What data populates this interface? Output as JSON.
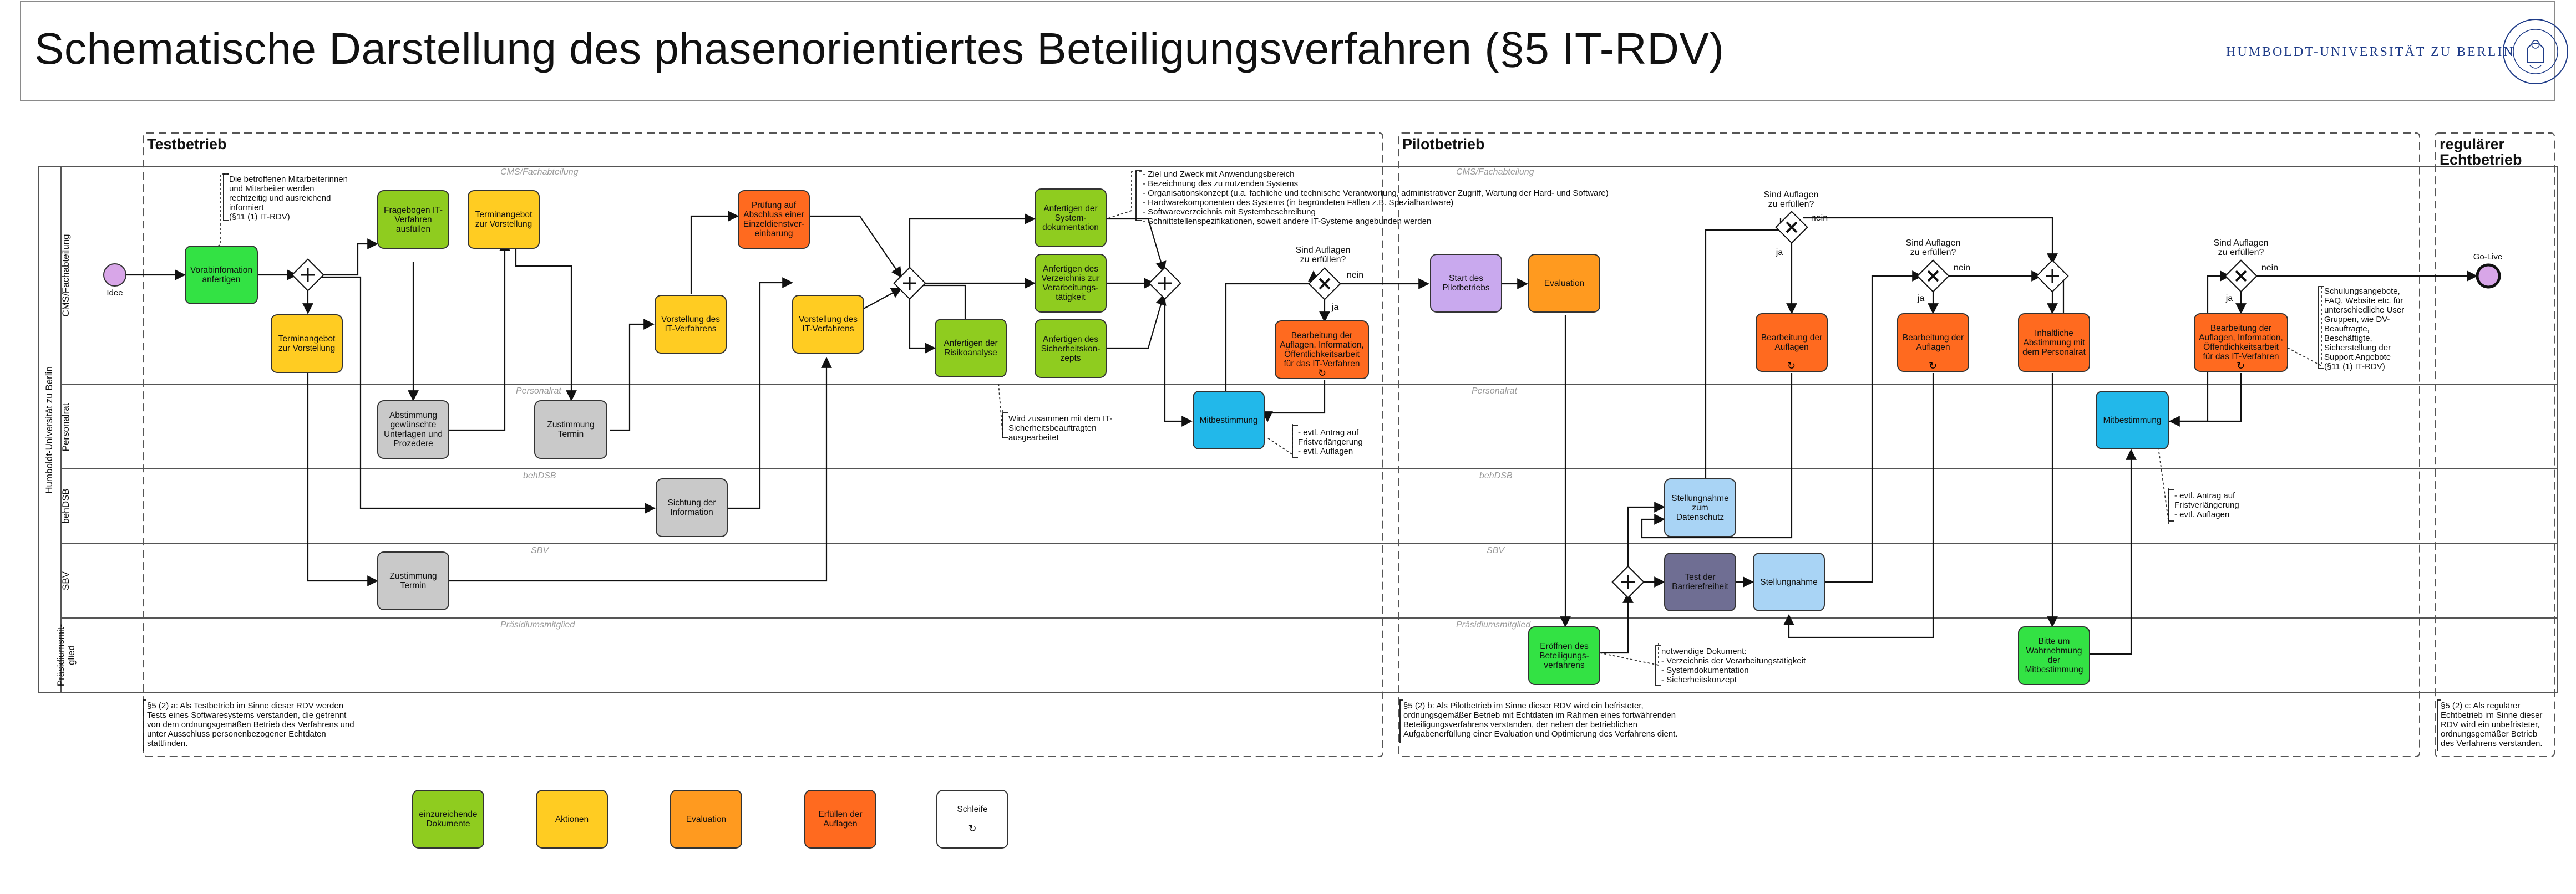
{
  "header": {
    "title": "Schematische Darstellung des phasenorientiertes Beteiligungsverfahren (§5 IT-RDV)",
    "university": "HUMBOLDT-UNIVERSITÄT ZU BERLIN"
  },
  "pool_label": "Humboldt-Universität zu Berlin",
  "lanes": {
    "cms": "CMS/Fachabteilung",
    "personalrat": "Personalrat",
    "behdsb": "behDSB",
    "sbv": "SBV",
    "praesidium": "Präsidiumsmit-\nglied"
  },
  "ghost_labels": {
    "cms": "CMS/Fachabteilung",
    "personalrat": "Personalrat",
    "behdsb": "behDSB",
    "sbv": "SBV",
    "praesidium": "Präsidiumsmitglied"
  },
  "phases": {
    "test": "Testbetrieb",
    "pilot": "Pilotbetrieb",
    "regular": "regulärer\nEchtbetrieb"
  },
  "events": {
    "start": "Idee",
    "end": "Go-Live"
  },
  "tasks": {
    "vorabinfo": "Vorabinfomation anfertigen",
    "fragebogen": "Fragebogen IT-Verfahren ausfüllen",
    "terminangebot_top": "Terminangebot zur Vorstellung",
    "terminangebot_left": "Terminangebot zur Vorstellung",
    "abstimmung": "Abstimmung gewünschte Unterlagen und Prozedere",
    "zustimmung_pr": "Zustimmung Termin",
    "vorstellung1": "Vorstellung des IT-Verfahrens",
    "pruefung": "Prüfung auf Abschluss einer Einzeldienstver-einbarung",
    "vorstellung2": "Vorstellung des IT-Verfahrens",
    "sichtung": "Sichtung der Information",
    "zustimmung_sbv": "Zustimmung Termin",
    "risiko": "Anfertigen der Risikoanalyse",
    "systemdoku": "Anfertigen der System-dokumentation",
    "verzeichnis": "Anfertigen des Verzeichnis zur Verarbeitungs-tätigkeit",
    "sicherheit": "Anfertigen des Sicherheitskon-zepts",
    "mitbestimmung1": "Mitbestimmung",
    "bearbeitung_test": "Bearbeitung der Auflagen, Information, Öffentlichkeitsarbeit für das IT-Verfahren",
    "start_pilot": "Start des Pilotbetriebs",
    "evaluation": "Evaluation",
    "eroeffnen": "Eröffnen des Beteiligungs-verfahrens",
    "stellungnahme_ds": "Stellungnahme zum Datenschutz",
    "barrierefrei": "Test der Barrierefreiheit",
    "stellungnahme_sbv": "Stellungnahme",
    "bearbeitung_p1": "Bearbeitung der Auflagen",
    "bearbeitung_p2": "Bearbeitung der Auflagen",
    "inhaltlich": "Inhaltliche Abstimmung mit dem Personalrat",
    "bitte": "Bitte um Wahrnehmung der Mitbestimmung",
    "mitbestimmung2": "Mitbestimmung",
    "bearbeitung_reg": "Bearbeitung der Auflagen, Information, Öffentlichkeitsarbeit für das IT-Verfahren"
  },
  "gateways": {
    "q1": "Sind Auflagen\nzu erfüllen?",
    "q2": "Sind Auflagen\nzu erfüllen?",
    "q3": "Sind Auflagen\nzu erfüllen?",
    "q4": "Sind Auflagen\nzu erfüllen?",
    "no": "nein",
    "yes": "ja"
  },
  "notes": {
    "betroffene": "Die betroffenen Mitarbeiterinnen\nund Mitarbeiter werden\nrechtzeitig und ausreichend\ninformiert\n(§11 (1) IT-RDV)",
    "ziel": "- Ziel und Zweck mit Anwendungsbereich\n- Bezeichnung des zu nutzenden Systems\n- Organisationskonzept (u.a. fachliche und technische Verantwortung, administrativer Zugriff, Wartung der Hard- und Software)\n- Hardwarekomponenten des Systems (in begründeten Fällen z.B. Spezialhardware)\n- Softwareverzeichnis mit Systembeschreibung\n- Schnittstellenspezifikationen, soweit andere IT-Systeme angebunden werden",
    "sicherheitsbeauftragte": "Wird zusammen mit dem IT-\nSicherheitsbeauftragten\nausgearbeitet",
    "frist1": "- evtl. Antrag auf\nFristverlängerung\n- evtl. Auflagen",
    "dokumente": "notwendige Dokument:\n- Verzeichnis der Verarbeitungstätigkeit\n- Systemdokumentation\n- Sicherheitskonzept",
    "frist2": "- evtl. Antrag auf\nFristverlängerung\n- evtl. Auflagen",
    "schulung": "Schulungsangebote,\nFAQ, Website etc. für\nunterschiedliche User\nGruppen, wie DV-\nBeauftragte,\nBeschäftigte,\nSicherstellung der\nSupport Angebote\n(§11 (1) IT-RDV)",
    "def_test": "§5 (2) a: Als Testbetrieb im Sinne dieser RDV werden\nTests eines Softwaresystems verstanden, die getrennt\nvon dem ordnungsgemäßen Betrieb des Verfahrens und\nunter Ausschluss personenbezogener Echtdaten\nstattfinden.",
    "def_pilot": "§5 (2) b: Als Pilotbetrieb im Sinne dieser RDV wird ein befristeter,\nordnungsgemäßer Betrieb mit Echtdaten im Rahmen eines fortwährenden\nBeteiligungsverfahrens verstanden, der neben der betrieblichen\nAufgabenerfüllung einer Evaluation und Optimierung des Verfahrens dient.",
    "def_regular": "§5 (2) c: Als regulärer\nEchtbetrieb im Sinne dieser\nRDV wird ein unbefristeter,\nordnungsgemäßer Betrieb\ndes Verfahrens verstanden."
  },
  "legend": {
    "docs": "einzureichende Dokumente",
    "actions": "Aktionen",
    "evaluation": "Evaluation",
    "auflagen": "Erfüllen der Auflagen",
    "loop": "Schleife"
  },
  "colors": {
    "green": "#5cc41a",
    "brightgreen": "#33e244",
    "yellow": "#ffcc22",
    "orange": "#ff9a1f",
    "red_orange": "#ff6a1f",
    "grey": "#c9c9c9",
    "blue": "#22b8ea",
    "lightblue": "#a9d4f5",
    "purple": "#c9a9ee",
    "slate": "#6f6e93",
    "border": "#1f3c88"
  }
}
